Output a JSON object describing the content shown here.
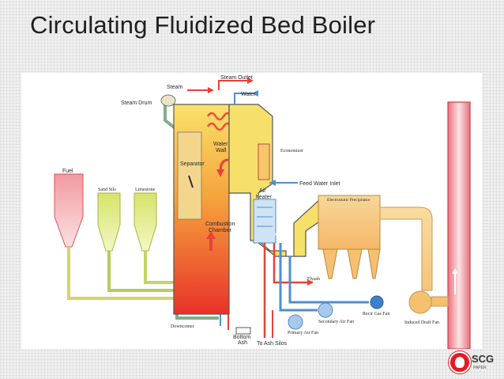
{
  "slide": {
    "title": "Circulating Fluidized Bed Boiler"
  },
  "diagram": {
    "labels": {
      "steam": "Steam",
      "steam_outlet": "Steam Outlet",
      "water": "Water",
      "steam_drum": "Steam Drum",
      "water_wall_1": "Water",
      "water_wall_2": "Wall",
      "separator": "Separator",
      "economizer": "Economizer",
      "feed_water_inlet": "Feed Water Inlet",
      "air_heater_1": "Air",
      "air_heater_2": "heater",
      "fuel": "Fuel",
      "sand_silo": "Sand Silo",
      "limestone": "Limestone",
      "electrostatic_precipitator": "Electrostatic Precipitator",
      "combustion_chamber_1": "Combustion",
      "combustion_chamber_2": "Chamber",
      "flyash": "Flyash",
      "recir_gas_fan": "Recir Gas Fan",
      "secondary_air_fan": "Secondary Air Fan",
      "induced_draft_fan": "Induced Draft Fan",
      "primary_air_fan": "Primary Air Fan",
      "downcomer": "Downcomer",
      "bottom_ash_1": "Bottom",
      "bottom_ash_2": "Ash",
      "to_ash_silos": "To Ash Silos"
    }
  },
  "logo": {
    "text": "SCG",
    "subtext": "PAPER",
    "color": "#e31b23"
  },
  "colors": {
    "flue_pipe": "#9cc3a8",
    "steam_pipe": "#e8413a",
    "water_pipe": "#4e8fd1",
    "hot_gas": "#f7e36a",
    "chimney": "#e85a6a"
  }
}
